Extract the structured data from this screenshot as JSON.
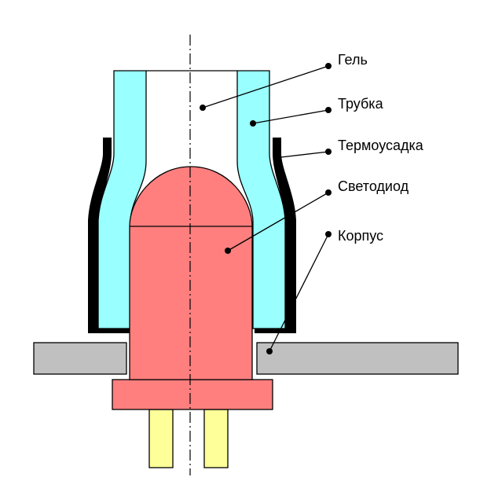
{
  "labels": {
    "gel": "Гель",
    "tube": "Трубка",
    "heatshrink": "Термоусадка",
    "led": "Светодиод",
    "housing": "Корпус"
  },
  "colors": {
    "tube": "#99ffff",
    "led": "#ff7f7f",
    "housing": "#c0c0c0",
    "pins": "#ffff99",
    "heatshrink": "#000000",
    "outline": "#000000",
    "background": "#ffffff"
  }
}
